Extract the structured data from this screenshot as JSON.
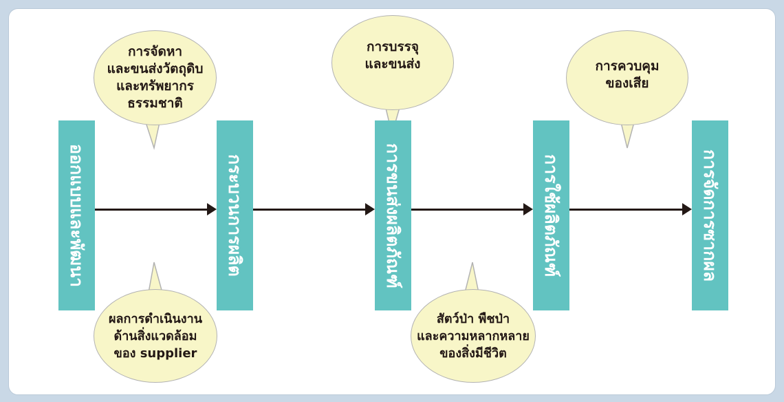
{
  "colors": {
    "background": "#c9d8e6",
    "panel": "#ffffff",
    "stage_box": "#62c3c1",
    "stage_text": "#ffffff",
    "bubble_fill": "#f8f6c8",
    "bubble_border": "#b2b2b2",
    "arrow": "#231815"
  },
  "stages": [
    {
      "label": "ออกแบบและพัฒนา"
    },
    {
      "label": "กระบวนการผลิต"
    },
    {
      "label": "การขนส่งผลิตภัณฑ์"
    },
    {
      "label": "การใช้ผลิตภัณฑ์"
    },
    {
      "label": "การจัดการซากผล"
    }
  ],
  "bubbles_top": [
    {
      "text": "การจัดหา\nและขนส่งวัตถุดิบ\nและทรัพยากร\nธรรมชาติ"
    },
    {
      "text": "การบรรจุ\nและขนส่ง"
    },
    {
      "text": "การควบคุม\nของเสีย"
    }
  ],
  "bubbles_bottom": [
    {
      "text": "ผลการดำเนินงาน\nด้านสิ่งแวดล้อม\nของ supplier"
    },
    {
      "text": "สัตว์ป่า พืชป่า\nและความหลากหลาย\nของสิ่งมีชีวิต"
    }
  ]
}
